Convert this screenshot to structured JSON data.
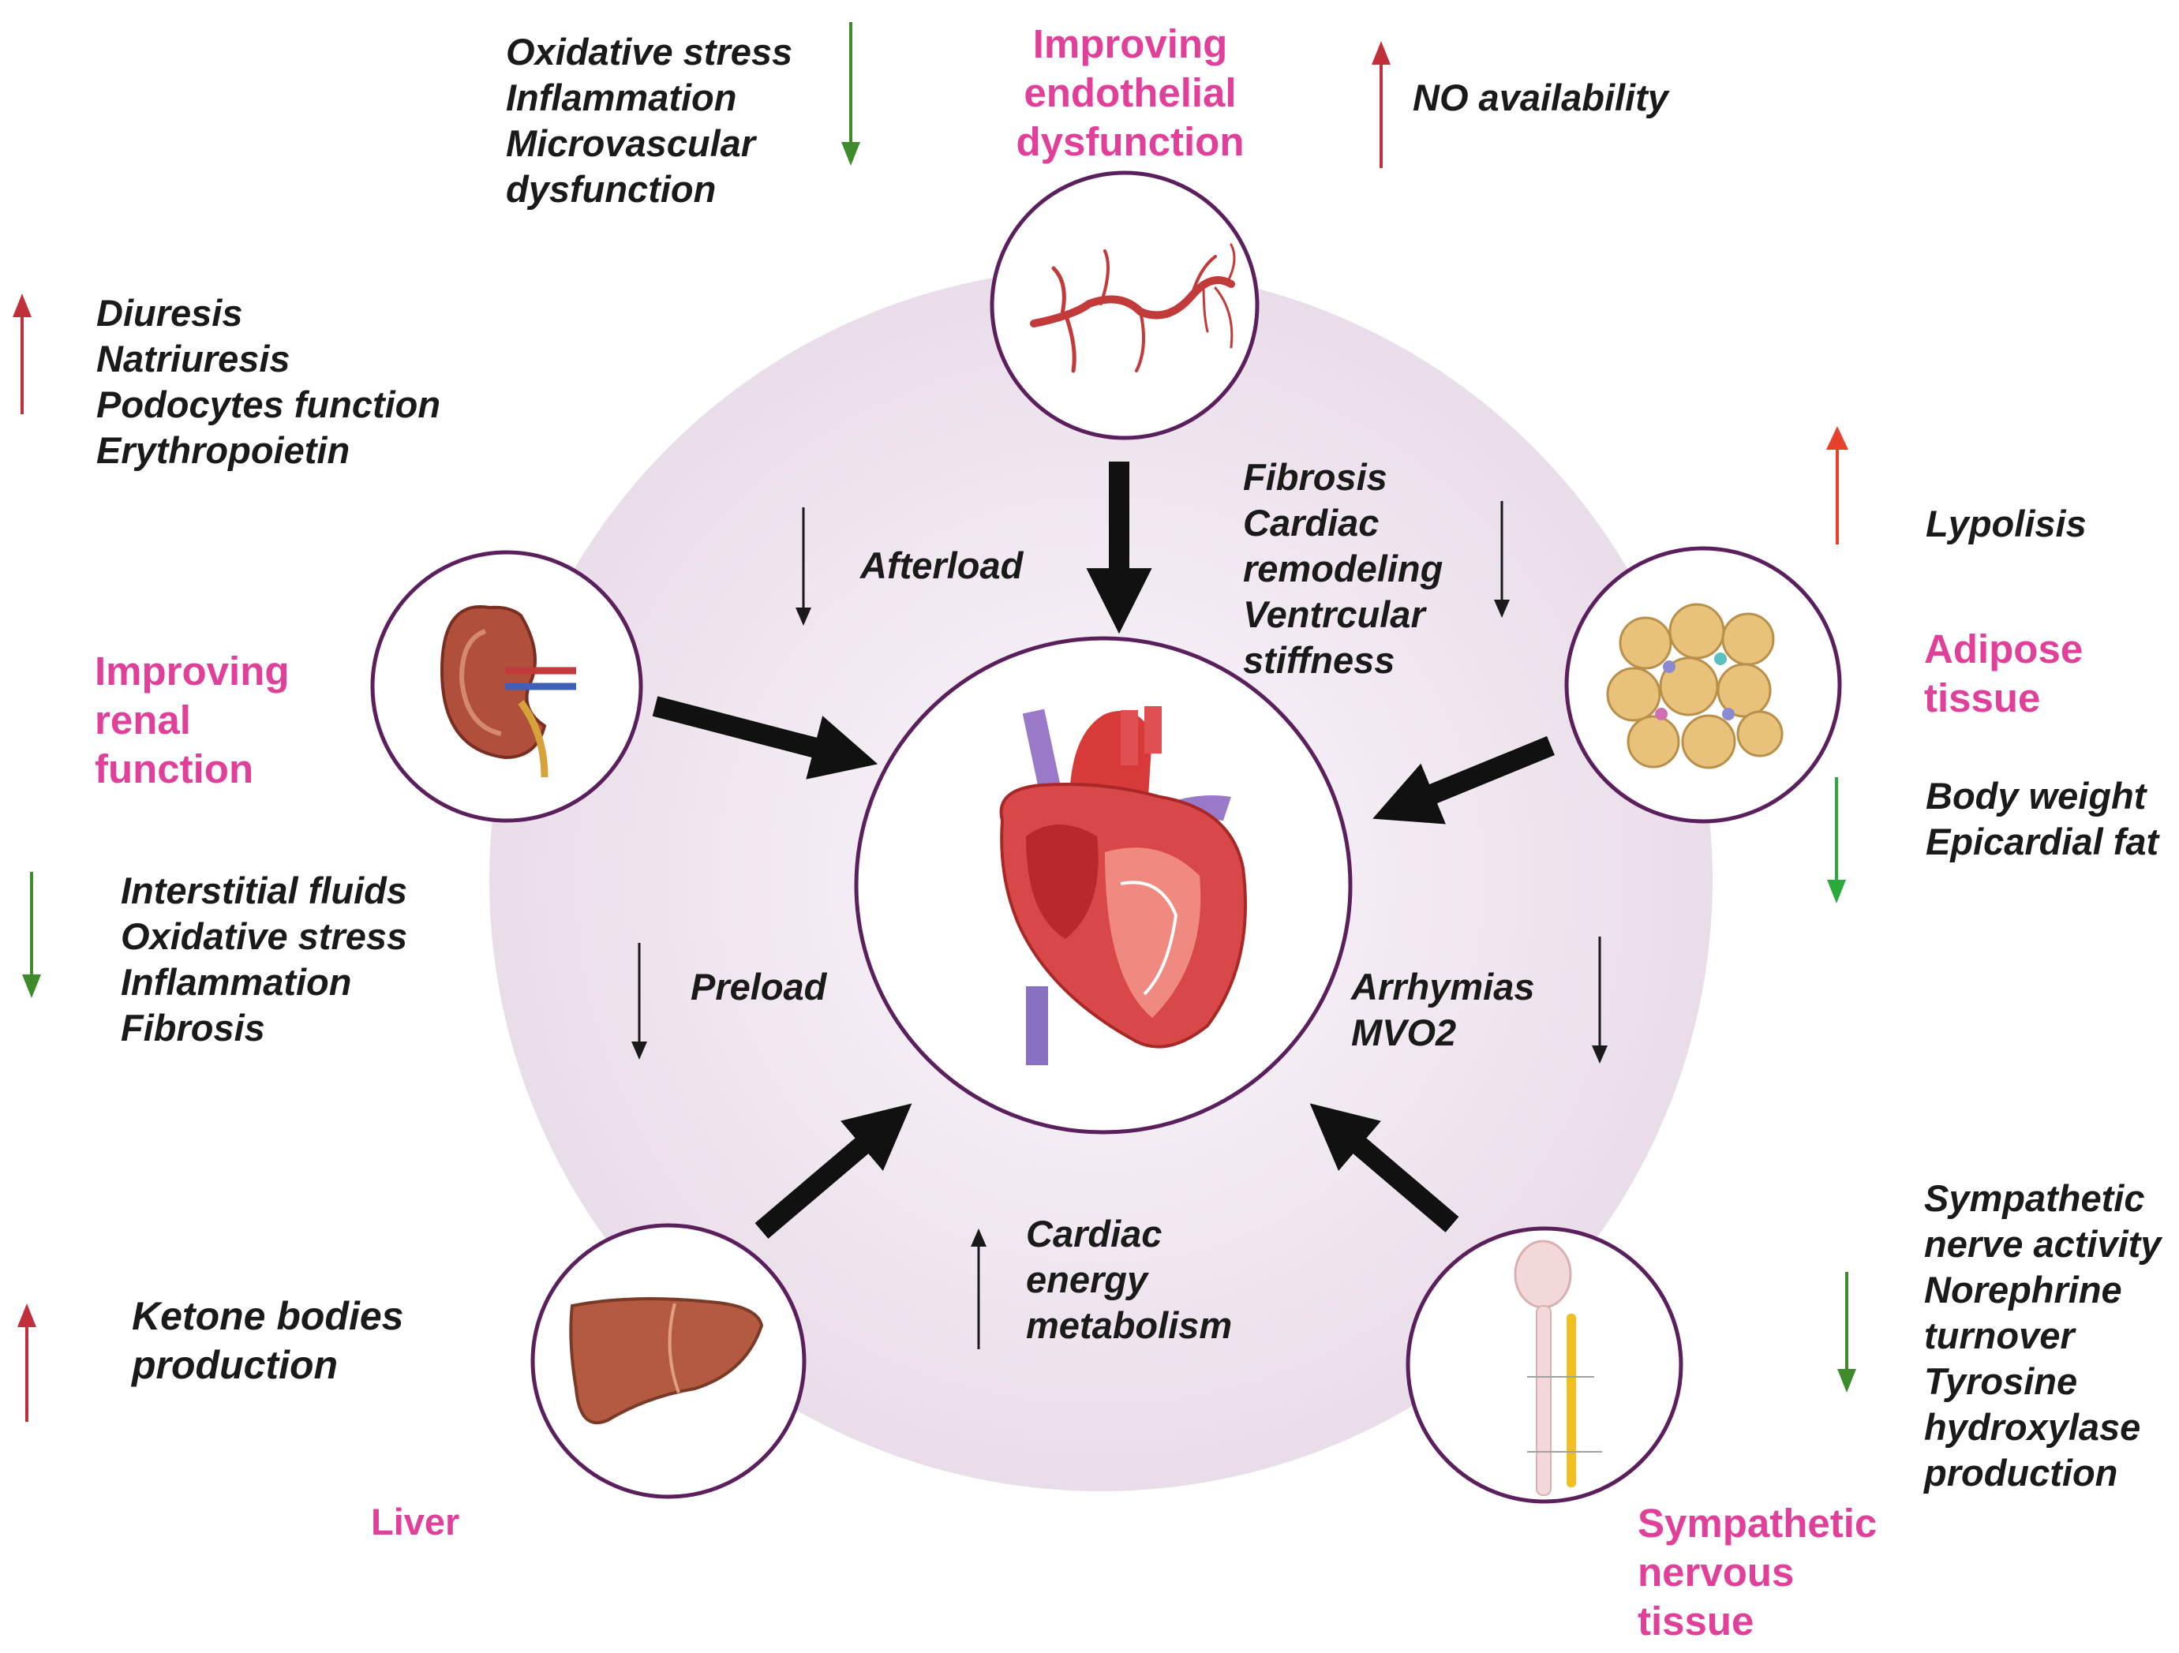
{
  "colors": {
    "title": "#e0409a",
    "text": "#1a1a1a",
    "up_arrow": "#c0303a",
    "down_arrow": "#3f8a2a",
    "big_circle": "#efe5ee",
    "circle_ring": "#5a1f5c",
    "flow_arrow": "#111111"
  },
  "endothelial": {
    "title": [
      "Improving",
      "endothelial",
      "dysfunction"
    ],
    "decreased": [
      "Oxidative stress",
      "Inflammation",
      "Microvascular",
      "dysfunction"
    ],
    "increased": [
      "NO availability"
    ],
    "icon": "blood-vessel-icon"
  },
  "renal": {
    "title": [
      "Improving",
      "renal",
      "function"
    ],
    "increased": [
      "Diuresis",
      "Natriuresis",
      "Podocytes function",
      "Erythropoietin"
    ],
    "decreased": [
      "Interstitial fluids",
      "Oxidative stress",
      "Inflammation",
      "Fibrosis"
    ],
    "icon": "kidney-icon"
  },
  "adipose": {
    "title": [
      "Adipose",
      "tissue"
    ],
    "increased": [
      "Lypolisis"
    ],
    "decreased": [
      "Body weight",
      "Epicardial fat"
    ],
    "icon": "adipose-cells-icon"
  },
  "liver": {
    "title": [
      "Liver"
    ],
    "increased": [
      "Ketone bodies",
      "production"
    ],
    "icon": "liver-icon"
  },
  "sympathetic": {
    "title": [
      "Sympathetic",
      "nervous",
      "tissue"
    ],
    "decreased": [
      "Sympathetic",
      "nerve activity",
      "Norephrine",
      "turnover",
      "Tyrosine",
      "hydroxylase",
      "production"
    ],
    "icon": "nervous-system-icon"
  },
  "heart": {
    "icon": "heart-icon",
    "afterload": [
      "Afterload"
    ],
    "remodeling": [
      "Fibrosis",
      "Cardiac",
      "remodeling",
      "Ventrcular",
      "stiffness"
    ],
    "preload": [
      "Preload"
    ],
    "arrhythmias": [
      "Arrhymias",
      "MVO2"
    ],
    "metabolism": [
      "Cardiac",
      "energy",
      "metabolism"
    ]
  }
}
